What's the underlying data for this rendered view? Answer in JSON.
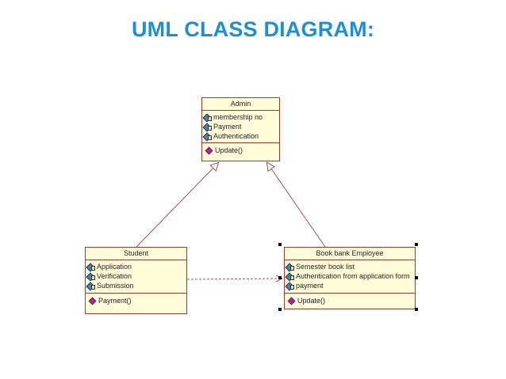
{
  "title": "UML CLASS DIAGRAM:",
  "classes": {
    "admin": {
      "name": "Admin",
      "attributes": [
        "membership no",
        "Payment",
        "Authentication"
      ],
      "operations": [
        "Update()"
      ]
    },
    "student": {
      "name": "Student",
      "attributes": [
        "Application",
        "Verification",
        "Submission"
      ],
      "operations": [
        "Payment()"
      ]
    },
    "employee": {
      "name": "Book bank Employee",
      "attributes": [
        "Semester book list",
        "Authentication from application form",
        "payment"
      ],
      "operations": [
        "Update()"
      ]
    }
  },
  "relationships": [
    {
      "type": "generalization",
      "from": "Student",
      "to": "Admin"
    },
    {
      "type": "generalization",
      "from": "Book bank Employee",
      "to": "Admin"
    },
    {
      "type": "dependency",
      "from": "Student",
      "to": "Book bank Employee"
    }
  ],
  "colors": {
    "title": "#1f8fd0",
    "class_fill": "#fffdd9",
    "class_border": "#9c3b2c",
    "connector": "#a05050"
  }
}
